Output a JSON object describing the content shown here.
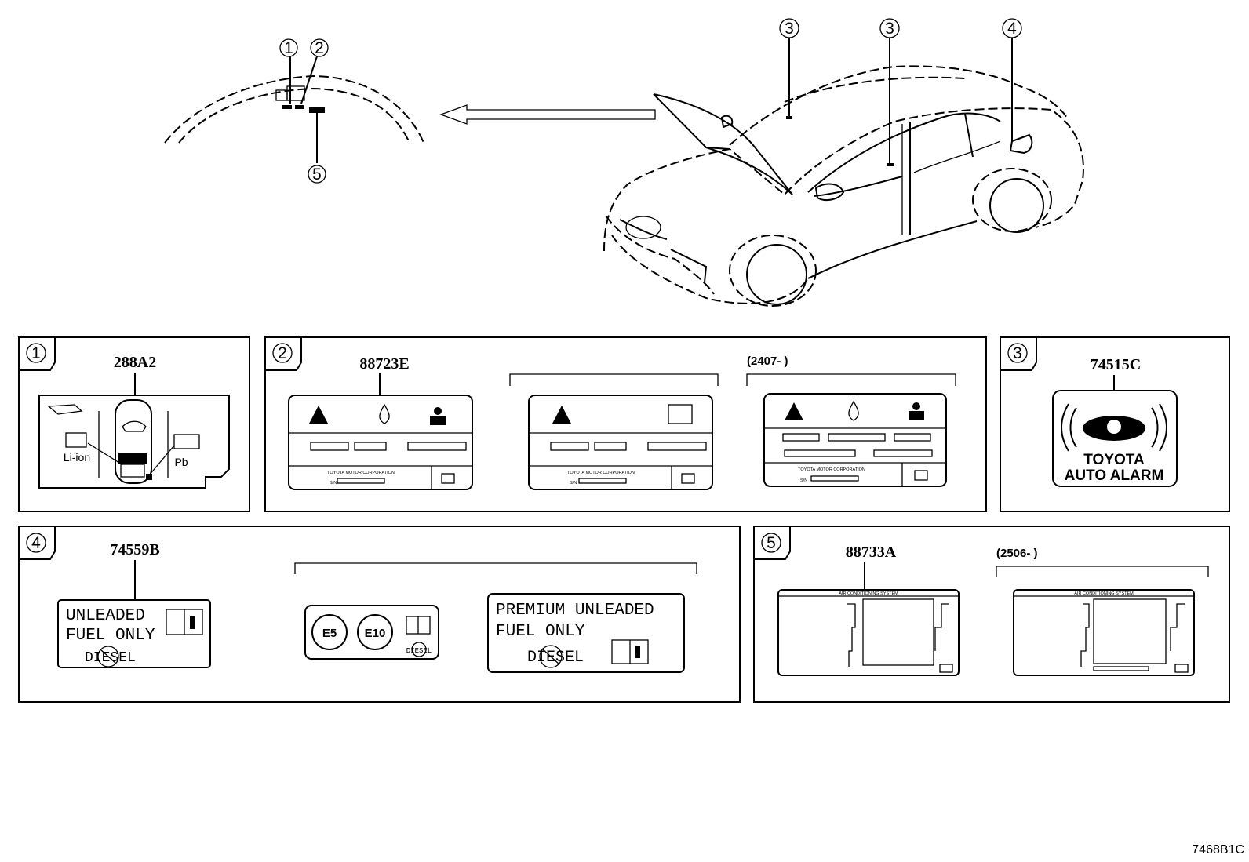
{
  "diagram_id": "7468B1C",
  "callouts": {
    "c1": "1",
    "c2": "2",
    "c3": "3",
    "c4": "4",
    "c5": "5"
  },
  "panels": {
    "p1": {
      "index": "1",
      "part_number": "288A2",
      "label_left": "Li-ion",
      "label_right": "Pb"
    },
    "p2": {
      "index": "2",
      "part_number": "88723E",
      "date_range": "(2407-      )",
      "footer_text_a": "TOYOTA MOTOR CORPORATION",
      "footer_text_b": "TOYOTA MOTOR CORPORATION",
      "footer_text_c": "TOYOTA MOTOR CORPORATION",
      "sn_label": "S/N"
    },
    "p3": {
      "index": "3",
      "part_number": "74515C",
      "line1": "TOYOTA",
      "line2": "AUTO ALARM"
    },
    "p4": {
      "index": "4",
      "part_number": "74559B",
      "label_a_line1": "UNLEADED",
      "label_a_line2": "FUEL ONLY",
      "label_a_line3": "DIESEL",
      "label_b_e5": "E5",
      "label_b_e10": "E10",
      "label_b_diesel": "DIESEL",
      "label_c_line1": "PREMIUM  UNLEADED",
      "label_c_line2": "FUEL  ONLY",
      "label_c_line3": "DIESEL"
    },
    "p5": {
      "index": "5",
      "part_number": "88733A",
      "date_range": "(2506-      )",
      "title_a": "AIR CONDITIONING SYSTEM",
      "title_b": "AIR CONDITIONING SYSTEM"
    }
  }
}
